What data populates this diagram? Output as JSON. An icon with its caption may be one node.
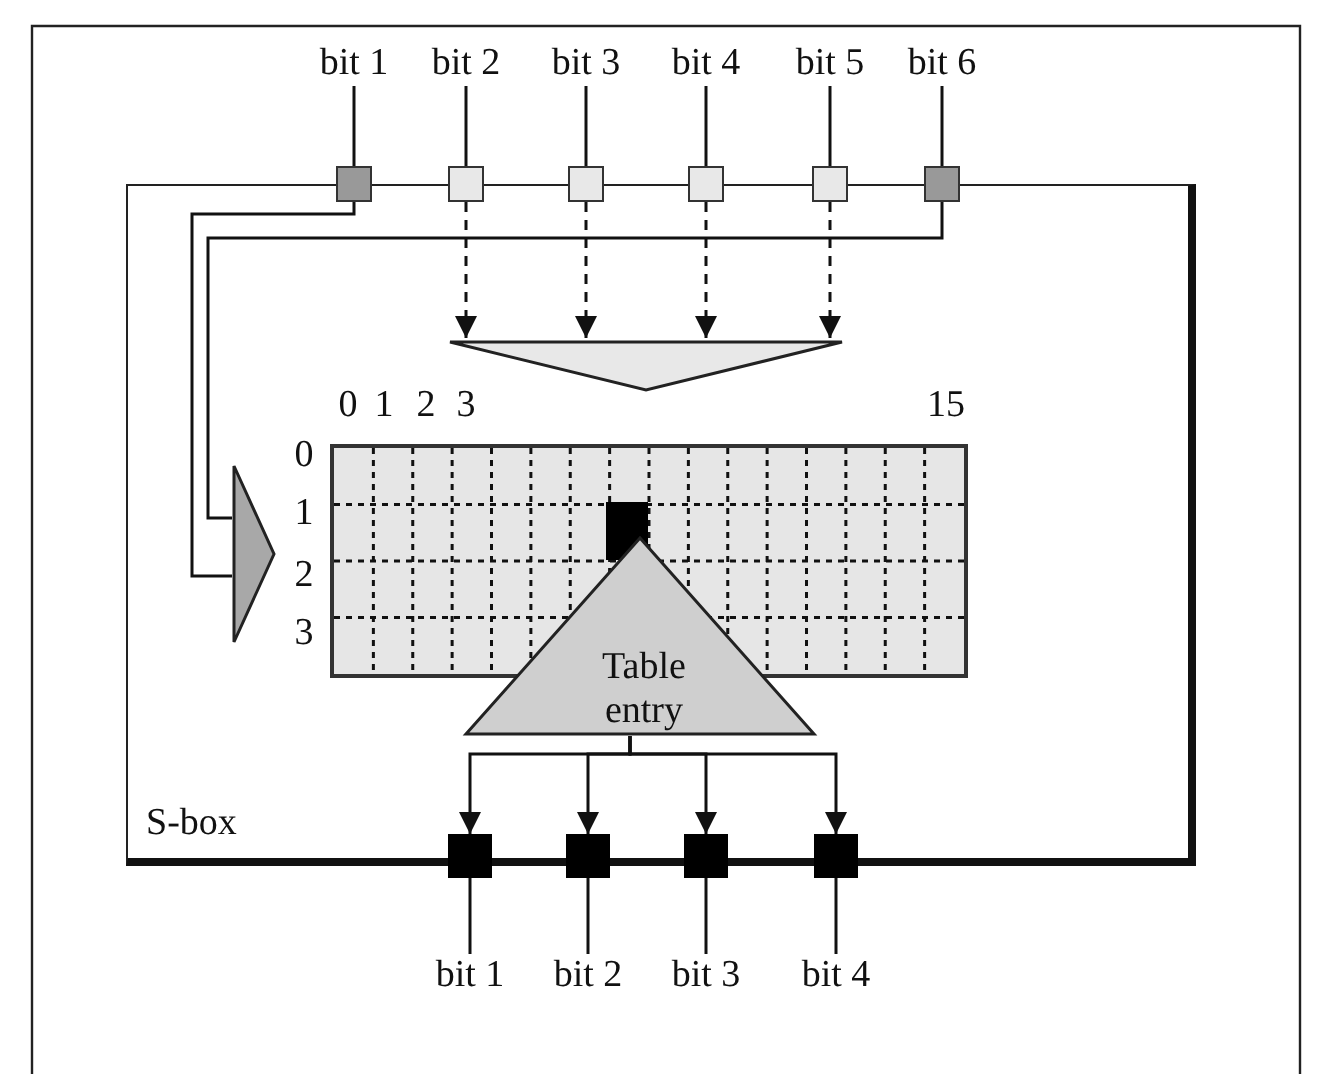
{
  "diagram": {
    "nodes": [
      {
        "text": [
          "S-box"
        ]
      },
      {
        "text": [
          "bit 1"
        ]
      },
      {
        "text": [
          "bit 2"
        ]
      },
      {
        "text": [
          "bit 3"
        ]
      },
      {
        "text": [
          "bit 4"
        ]
      },
      {
        "text": [
          "bit 5"
        ]
      },
      {
        "text": [
          "bit 6"
        ]
      },
      {
        "text": [],
        "shape": "box"
      },
      {
        "text": [],
        "shape": "box"
      },
      {
        "text": [],
        "shape": "box"
      },
      {
        "text": [],
        "shape": "box"
      },
      {
        "text": [],
        "shape": "box"
      },
      {
        "text": [],
        "shape": "box"
      },
      {
        "text": [],
        "shape": "triangle",
        "in": 0
      },
      {
        "text": [],
        "shape": "triangle",
        "in": 0
      },
      {
        "text": [],
        "shape": "grid",
        "in": 0
      },
      {
        "text": [],
        "shape": "box",
        "in": 15
      },
      {
        "text": [
          "Table entry"
        ],
        "in": 0
      },
      {
        "text": [],
        "shape": "box"
      },
      {
        "text": [],
        "shape": "box"
      },
      {
        "text": [],
        "shape": "box"
      },
      {
        "text": [],
        "shape": "box"
      },
      {
        "text": [
          "bit 1"
        ]
      },
      {
        "text": [
          "bit 2"
        ]
      },
      {
        "text": [
          "bit 3"
        ]
      },
      {
        "text": [
          "bit 4"
        ]
      }
    ],
    "edges": [
      {
        "from": 1,
        "to": 7,
        "arrow": "none"
      },
      {
        "from": 2,
        "to": 8,
        "arrow": "none"
      },
      {
        "from": 3,
        "to": 9,
        "arrow": "none"
      },
      {
        "from": 4,
        "to": 10,
        "arrow": "none"
      },
      {
        "from": 5,
        "to": 11,
        "arrow": "none"
      },
      {
        "from": 6,
        "to": 12,
        "arrow": "none"
      },
      {
        "from": 7,
        "to": 14,
        "arrow": "none"
      },
      {
        "from": 12,
        "to": 14,
        "arrow": "none"
      },
      {
        "from": 8,
        "to": 13,
        "arrow": "to",
        "style": "dashed"
      },
      {
        "from": 9,
        "to": 13,
        "arrow": "to",
        "style": "dashed"
      },
      {
        "from": 10,
        "to": 13,
        "arrow": "to",
        "style": "dashed"
      },
      {
        "from": 11,
        "to": 13,
        "arrow": "to",
        "style": "dashed"
      },
      {
        "from": 17,
        "to": 18,
        "arrow": "to"
      },
      {
        "from": 17,
        "to": 19,
        "arrow": "to"
      },
      {
        "from": 17,
        "to": 20,
        "arrow": "to"
      },
      {
        "from": 17,
        "to": 21,
        "arrow": "to"
      },
      {
        "from": 18,
        "to": 22,
        "arrow": "none"
      },
      {
        "from": 19,
        "to": 23,
        "arrow": "none"
      },
      {
        "from": 20,
        "to": 24,
        "arrow": "none"
      },
      {
        "from": 21,
        "to": 25,
        "arrow": "none"
      }
    ],
    "labels": [
      "0",
      "1",
      "2",
      "3",
      "15",
      "0",
      "1",
      "2",
      "3"
    ]
  }
}
